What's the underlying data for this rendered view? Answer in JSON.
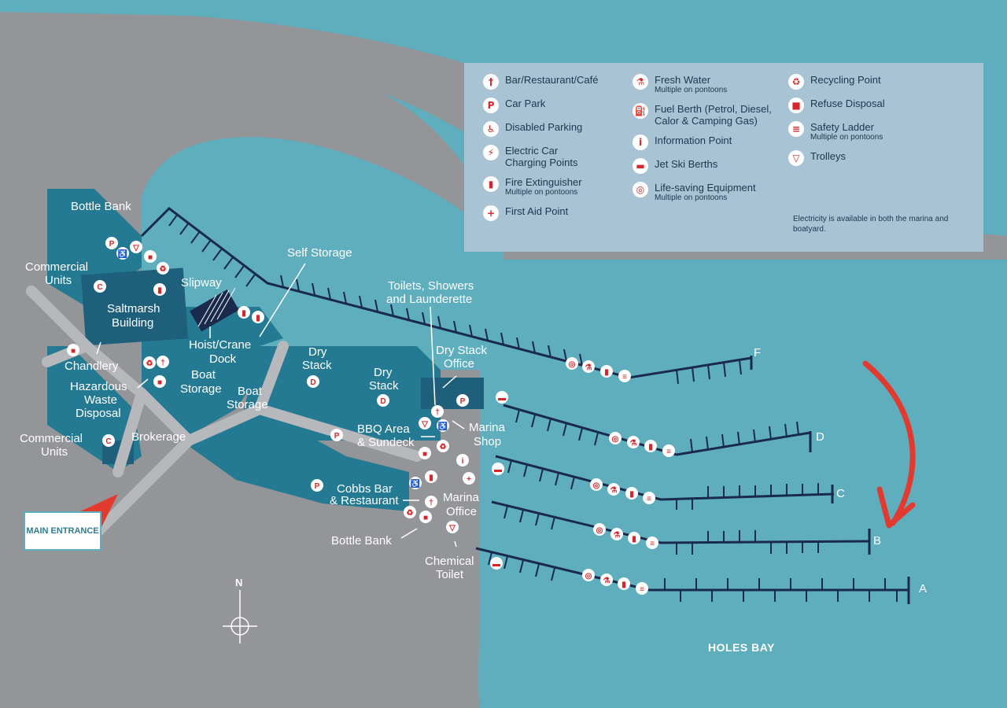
{
  "legend": {
    "col1": [
      {
        "icon": "utensils-icon",
        "glyph": "†",
        "label": "Bar/Restaurant/Café",
        "sub": ""
      },
      {
        "icon": "car-park-icon",
        "glyph": "P",
        "label": "Car Park",
        "sub": ""
      },
      {
        "icon": "disabled-parking-icon",
        "glyph": "♿",
        "label": "Disabled Parking",
        "sub": ""
      },
      {
        "icon": "ev-charging-icon",
        "glyph": "⚡",
        "label": "Electric Car Charging Points",
        "sub": ""
      },
      {
        "icon": "fire-extinguisher-icon",
        "glyph": "▮",
        "label": "Fire Extinguisher",
        "sub": "Multiple on pontoons"
      },
      {
        "icon": "first-aid-icon",
        "glyph": "+",
        "label": "First Aid Point",
        "sub": ""
      }
    ],
    "col2": [
      {
        "icon": "fresh-water-icon",
        "glyph": "⚗",
        "label": "Fresh Water",
        "sub": "Multiple on pontoons"
      },
      {
        "icon": "fuel-berth-icon",
        "glyph": "⛽",
        "label": "Fuel Berth (Petrol, Diesel, Calor & Camping Gas)",
        "sub": ""
      },
      {
        "icon": "information-icon",
        "glyph": "i",
        "label": "Information Point",
        "sub": ""
      },
      {
        "icon": "jet-ski-icon",
        "glyph": "▬",
        "label": "Jet Ski Berths",
        "sub": ""
      },
      {
        "icon": "life-ring-icon",
        "glyph": "◎",
        "label": "Life-saving Equipment",
        "sub": "Multiple on pontoons"
      }
    ],
    "col3": [
      {
        "icon": "recycling-icon",
        "glyph": "♻",
        "label": "Recycling Point",
        "sub": ""
      },
      {
        "icon": "refuse-bin-icon",
        "glyph": "■",
        "label": "Refuse Disposal",
        "sub": ""
      },
      {
        "icon": "safety-ladder-icon",
        "glyph": "≡",
        "label": "Safety Ladder",
        "sub": "Multiple on pontoons"
      },
      {
        "icon": "trolley-icon",
        "glyph": "▽",
        "label": "Trolleys",
        "sub": ""
      }
    ],
    "note": "Electricity is available in both the marina and boatyard."
  },
  "places": {
    "bottle_bank_top": "Bottle Bank",
    "commercial_units_top_1": "Commercial",
    "commercial_units_top_2": "Units",
    "saltmarsh_1": "Saltmarsh",
    "saltmarsh_2": "Building",
    "slipway": "Slipway",
    "self_storage": "Self Storage",
    "toilets_1": "Toilets, Showers",
    "toilets_2": "and Launderette",
    "chandlery": "Chandlery",
    "hoist_1": "Hoist/Crane",
    "hoist_2": "Dock",
    "dry_stack_a_1": "Dry",
    "dry_stack_a_2": "Stack",
    "dry_stack_b_1": "Dry",
    "dry_stack_b_2": "Stack",
    "dry_stack_office_1": "Dry Stack",
    "dry_stack_office_2": "Office",
    "boat_storage_a_1": "Boat",
    "boat_storage_a_2": "Storage",
    "boat_storage_b_1": "Boat",
    "boat_storage_b_2": "Storage",
    "hazardous_1": "Hazardous",
    "hazardous_2": "Waste",
    "hazardous_3": "Disposal",
    "bbq_1": "BBQ Area",
    "bbq_2": "& Sundeck",
    "marina_shop_1": "Marina",
    "marina_shop_2": "Shop",
    "commercial_units_bottom_1": "Commercial",
    "commercial_units_bottom_2": "Units",
    "brokerage": "Brokerage",
    "cobbs_1": "Cobbs Bar",
    "cobbs_2": "& Restaurant",
    "marina_office_1": "Marina",
    "marina_office_2": "Office",
    "bottle_bank_bottom": "Bottle Bank",
    "chemical_1": "Chemical",
    "chemical_2": "Toilet"
  },
  "pontoons": [
    "F",
    "D",
    "C",
    "B",
    "A"
  ],
  "main_entrance": "MAIN ENTRANCE",
  "north": "N",
  "water_body": "HOLES BAY",
  "colors": {
    "water": "#5eaebe",
    "land": "#939598",
    "dock_area": "#247a93",
    "building": "#1e5f7c",
    "pontoon": "#1a2a4d",
    "legend_bg": "#a7c3d4",
    "icon_red": "#d6262b",
    "arrow_red": "#e23a2f"
  }
}
